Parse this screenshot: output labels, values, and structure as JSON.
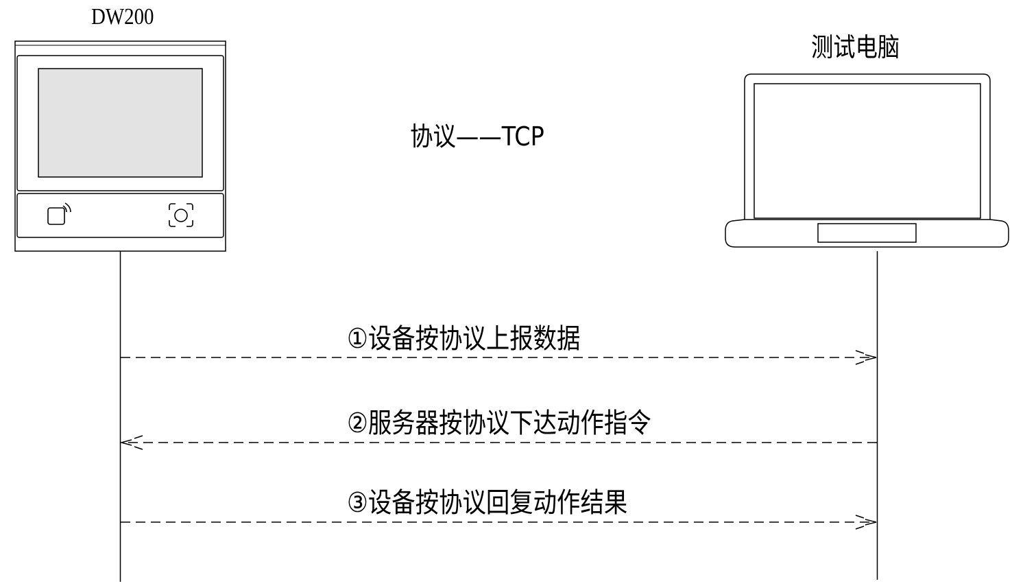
{
  "participants": {
    "device": {
      "label": "DW200"
    },
    "computer": {
      "label": "测试电脑"
    }
  },
  "protocol": {
    "label": "协议——TCP"
  },
  "messages": [
    {
      "label": "①设备按协议上报数据",
      "direction": "device-to-computer",
      "style": "dashed"
    },
    {
      "label": "②服务器按协议下达动作指令",
      "direction": "computer-to-device",
      "style": "dashed"
    },
    {
      "label": "③设备按协议回复动作结果",
      "direction": "device-to-computer",
      "style": "dashed"
    }
  ],
  "icons": [
    "nfc-card-icon",
    "camera-scan-icon",
    "laptop-icon",
    "device-terminal-icon"
  ]
}
